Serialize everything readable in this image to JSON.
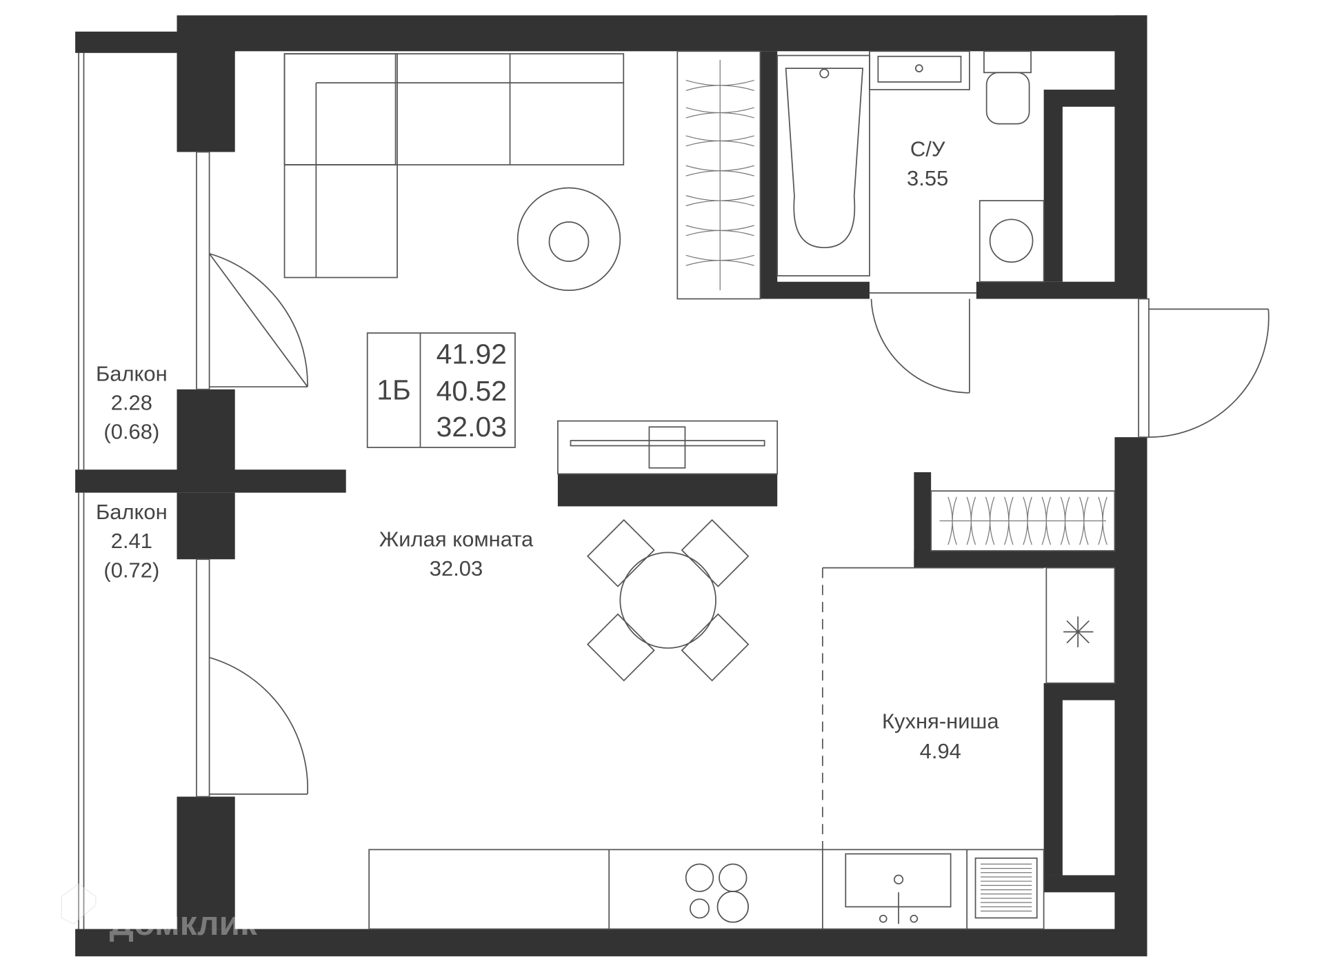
{
  "plan": {
    "apartment_type": "1Б",
    "areas": {
      "total": "41.92",
      "living_total": "40.52",
      "living": "32.03"
    }
  },
  "rooms": {
    "bathroom": {
      "name": "С/У",
      "area": "3.55"
    },
    "living_room": {
      "name": "Жилая комната",
      "area": "32.03"
    },
    "kitchen": {
      "name": "Кухня-ниша",
      "area": "4.94"
    },
    "balcony_1": {
      "name": "Балкон",
      "area": "2.28",
      "reduced_area": "(0.68)"
    },
    "balcony_2": {
      "name": "Балкон",
      "area": "2.41",
      "reduced_area": "(0.72)"
    }
  },
  "watermark": "Домклик",
  "colors": {
    "wall": "#333333",
    "line": "#555555"
  }
}
